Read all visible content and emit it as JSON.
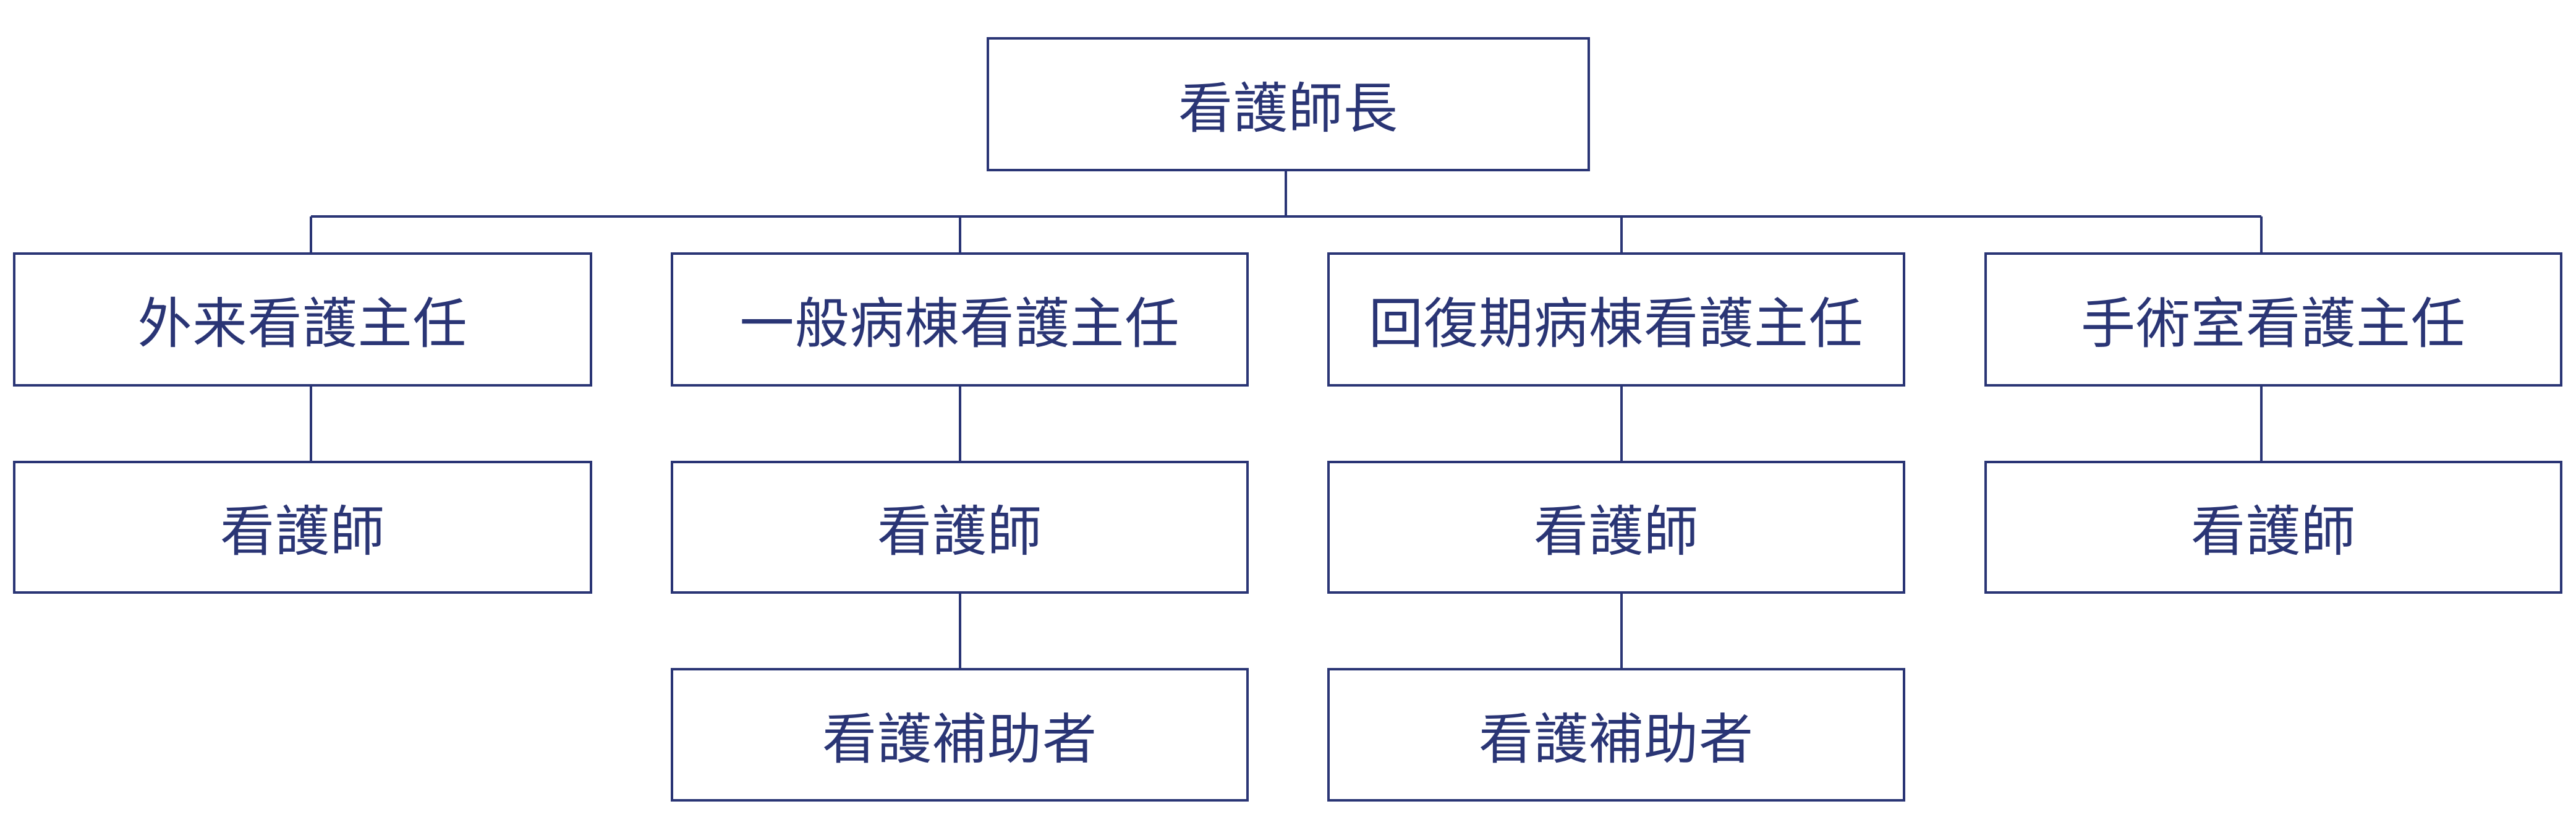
{
  "org_chart": {
    "root": {
      "label": "看護師長"
    },
    "departments": [
      {
        "head": "外来看護主任",
        "staff": [
          "看護師"
        ]
      },
      {
        "head": "一般病棟看護主任",
        "staff": [
          "看護師",
          "看護補助者"
        ]
      },
      {
        "head": "回復期病棟看護主任",
        "staff": [
          "看護師",
          "看護補助者"
        ]
      },
      {
        "head": "手術室看護主任",
        "staff": [
          "看護師"
        ]
      }
    ],
    "colors": {
      "line": "#2a3575",
      "text": "#2a3575",
      "background": "#ffffff"
    }
  }
}
